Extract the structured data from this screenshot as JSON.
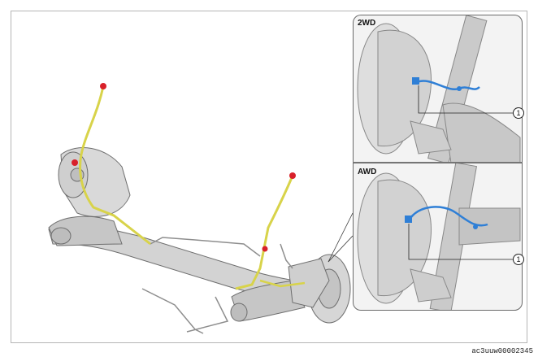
{
  "panels": {
    "top_label": "2WD",
    "bottom_label": "AWD"
  },
  "callouts": {
    "top": "1",
    "bottom": "1"
  },
  "figure_code": "ac3uuw00002345",
  "colors": {
    "harness": "#d8d34a",
    "sensor_wire": "#2f7fd6",
    "connector": "#d8202a",
    "metal": "#cfcfcf",
    "outline": "#6e6e6e"
  }
}
